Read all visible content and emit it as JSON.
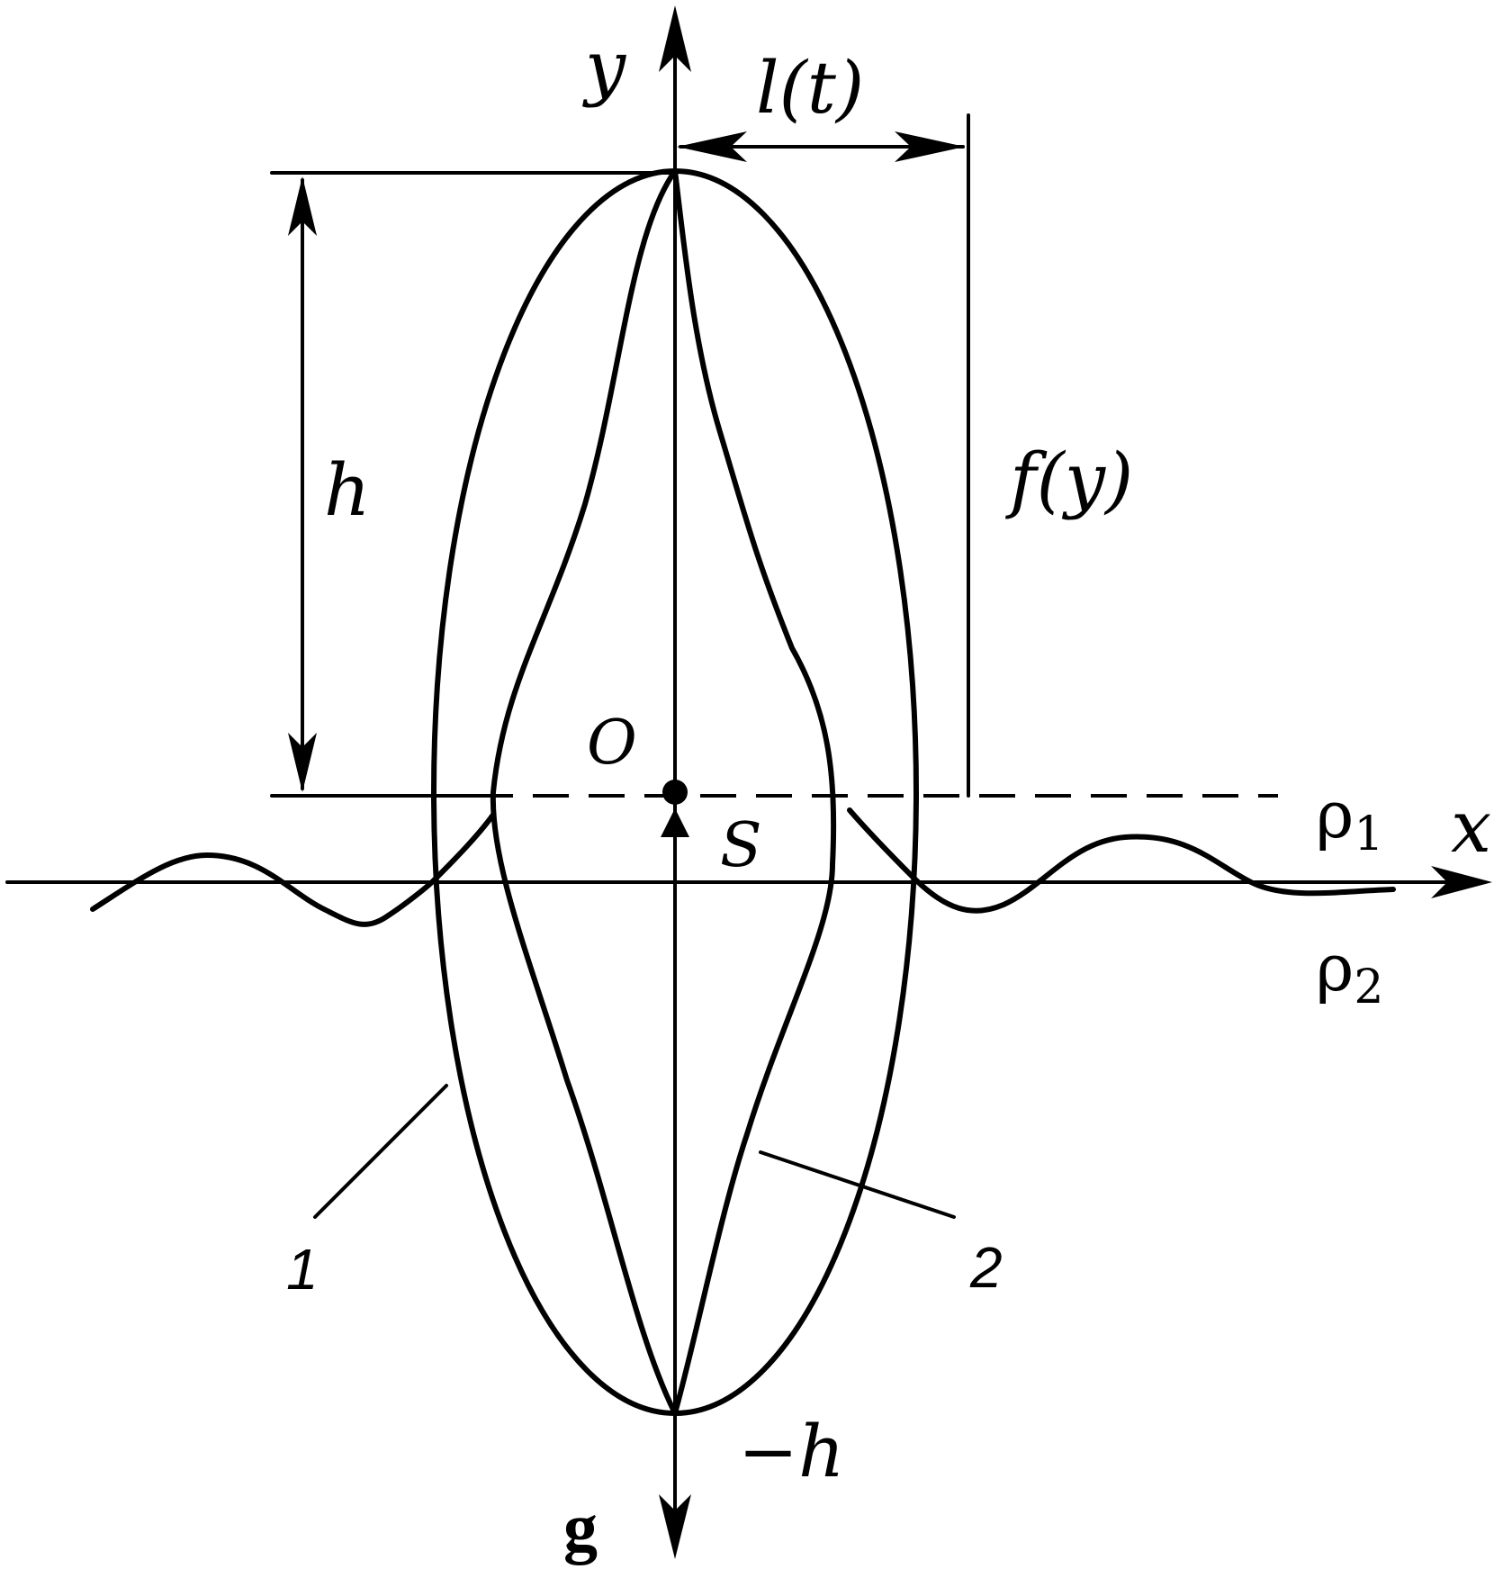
{
  "labels": {
    "y_axis": "y",
    "x_axis": "x",
    "length": "l(t)",
    "function": "f(y)",
    "height": "h",
    "origin": "O",
    "source": "S",
    "rho1": "ρ",
    "rho1_sub": "1",
    "rho2": "ρ",
    "rho2_sub": "2",
    "curve1": "1",
    "curve2": "2",
    "neg_height": "−h",
    "gravity": "g"
  }
}
